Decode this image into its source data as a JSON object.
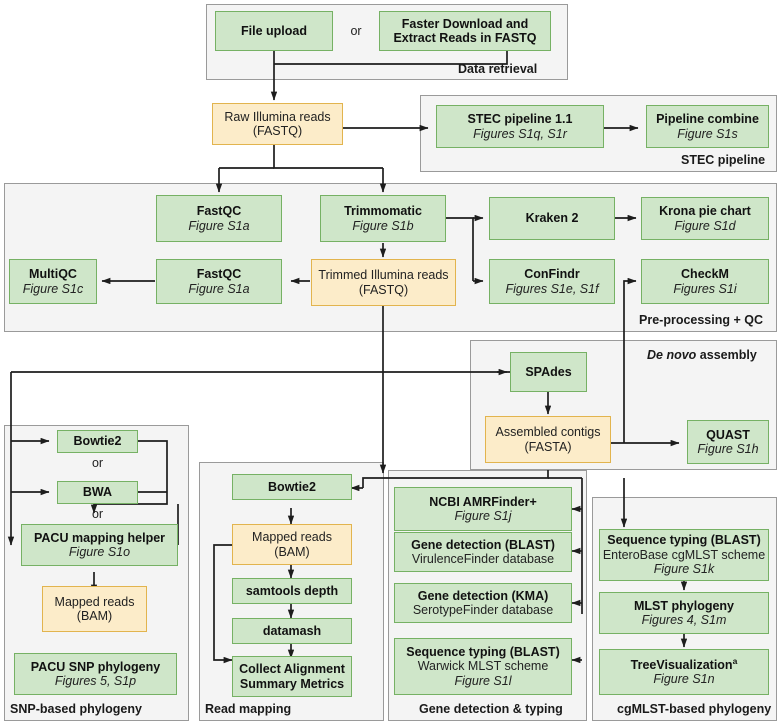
{
  "diagram": {
    "title": "Bioinformatics analysis workflow",
    "colors": {
      "green_fill": "#cfe6c9",
      "green_border": "#76b164",
      "yellow_fill": "#fcecc9",
      "yellow_border": "#e2b44e",
      "panel_fill": "#f4f4f4",
      "panel_border": "#9a9a9a",
      "line": "#1d1d1d"
    }
  },
  "panels": {
    "data_retrieval": "Data retrieval",
    "stec_pipeline": "STEC pipeline",
    "preprocessing_qc": "Pre-processing + QC",
    "de_novo_assembly_em": "De novo",
    "de_novo_assembly_rest": " assembly",
    "snp_phylogeny": "SNP-based phylogeny",
    "read_mapping": "Read mapping",
    "gene_detection_typing": "Gene detection & typing",
    "cgmlst_phylogeny": "cgMLST-based phylogeny"
  },
  "nodes": {
    "file_upload": {
      "line1": "File upload"
    },
    "or_top": {
      "label": "or"
    },
    "faster_download": {
      "line1": "Faster Download and",
      "line2": "Extract Reads in FASTQ"
    },
    "raw_reads": {
      "line1": "Raw Illumina reads",
      "line2": "(FASTQ)"
    },
    "stec_pipeline_11": {
      "line1": "STEC pipeline 1.1",
      "line2": "Figures S1q, S1r"
    },
    "pipeline_combine": {
      "line1": "Pipeline combine",
      "line2": "Figure S1s"
    },
    "fastqc_raw": {
      "line1": "FastQC",
      "line2": "Figure S1a"
    },
    "trimmomatic": {
      "line1": "Trimmomatic",
      "line2": "Figure S1b"
    },
    "kraken2": {
      "line1": "Kraken 2"
    },
    "krona": {
      "line1": "Krona pie chart",
      "line2": "Figure S1d"
    },
    "multiqc": {
      "line1": "MultiQC",
      "line2": "Figure S1c"
    },
    "fastqc_trimmed": {
      "line1": "FastQC",
      "line2": "Figure S1a"
    },
    "trimmed_reads": {
      "line1": "Trimmed Illumina reads",
      "line2": "(FASTQ)"
    },
    "confindr": {
      "line1": "ConFindr",
      "line2": "Figures S1e, S1f"
    },
    "checkm": {
      "line1": "CheckM",
      "line2": "Figures S1i"
    },
    "spades": {
      "line1": "SPAdes"
    },
    "contigs": {
      "line1": "Assembled contigs",
      "line2": "(FASTA)"
    },
    "quast": {
      "line1": "QUAST",
      "line2": "Figure S1h"
    },
    "bowtie2_snp": {
      "line1": "Bowtie2"
    },
    "or_1": {
      "label": "or"
    },
    "bwa": {
      "line1": "BWA"
    },
    "or_2": {
      "label": "or"
    },
    "pacu_helper": {
      "line1": "PACU mapping helper",
      "line2": "Figure S1o"
    },
    "mapped_reads_snp": {
      "line1": "Mapped reads",
      "line2": "(BAM)"
    },
    "pacu_snp": {
      "line1": "PACU SNP phylogeny",
      "line2": "Figures 5, S1p"
    },
    "bowtie2_rm": {
      "line1": "Bowtie2"
    },
    "mapped_reads_rm": {
      "line1": "Mapped reads",
      "line2": "(BAM)"
    },
    "samtools_depth": {
      "line1": "samtools depth"
    },
    "datamash": {
      "line1": "datamash"
    },
    "collect_metrics": {
      "line1": "Collect Alignment",
      "line2": "Summary Metrics"
    },
    "amrfinder": {
      "line1": "NCBI AMRFinder+",
      "line2": "Figure S1j"
    },
    "gene_blast": {
      "line1": "Gene detection (BLAST)",
      "line2": "VirulenceFinder database"
    },
    "gene_kma": {
      "line1": "Gene detection (KMA)",
      "line2": "SerotypeFinder database"
    },
    "seqtype_warwick": {
      "line1": "Sequence typing (BLAST)",
      "line2": "Warwick MLST scheme",
      "line3": "Figure S1l"
    },
    "seqtype_cgmlst": {
      "line1": "Sequence typing (BLAST)",
      "line2": "EnteroBase cgMLST scheme",
      "line3": "Figure S1k"
    },
    "mlst_phylogeny": {
      "line1": "MLST phylogeny",
      "line2": "Figures 4, S1m"
    },
    "treevisualization": {
      "line1": "TreeVisualization",
      "sup": "a",
      "line2": "Figure S1n"
    }
  }
}
